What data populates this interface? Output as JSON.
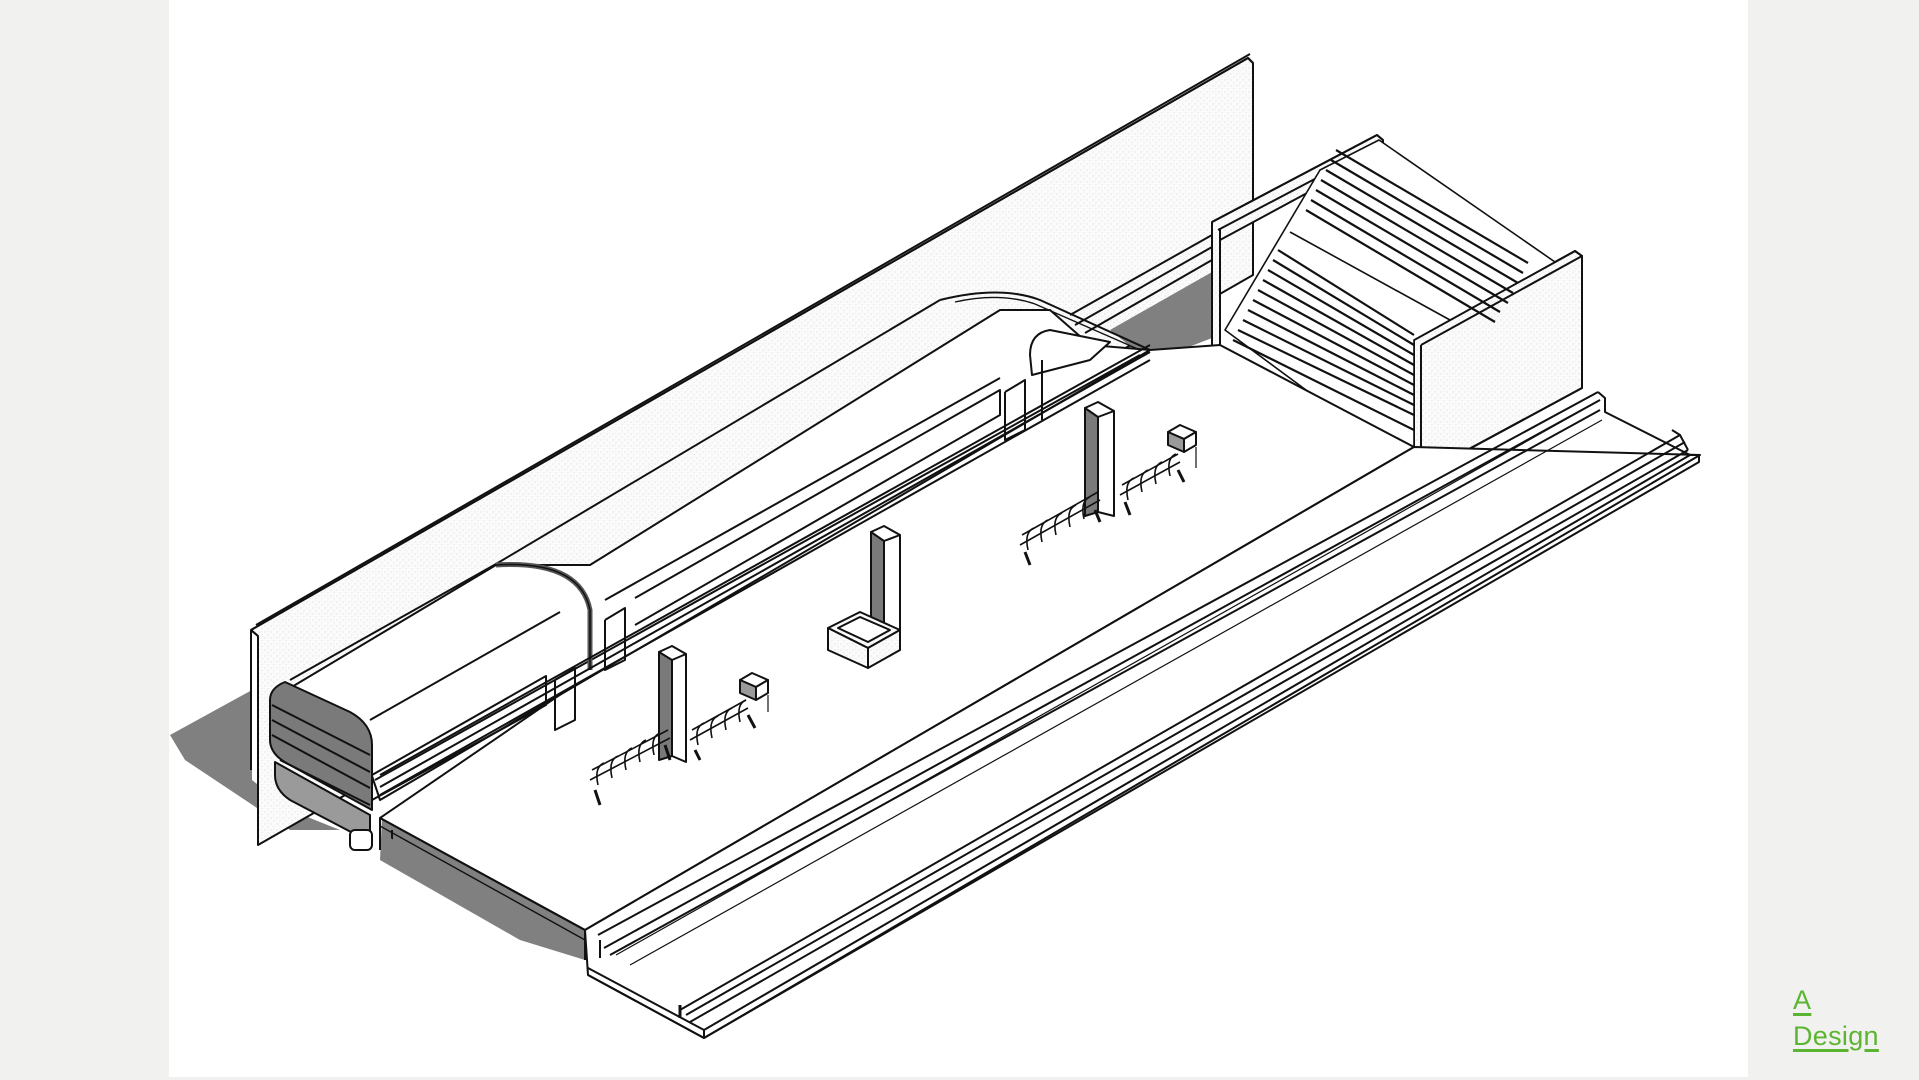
{
  "page": {
    "background_color": "#f1f1ef",
    "artboard_color": "#ffffff"
  },
  "illustration": {
    "subject": "isometric-subway-station-platform",
    "elements": [
      "back-wall",
      "stair-enclosure",
      "staircase",
      "train",
      "train-cab",
      "platform",
      "pillars",
      "benches",
      "trash-bins",
      "planter",
      "track-bed",
      "rails"
    ],
    "stroke_color": "#111111",
    "shadow_color": "#808080",
    "wall_texture_color": "#f2f2f2"
  },
  "logo": {
    "line1": "A",
    "line2": "Design",
    "color": "#5cb531"
  }
}
